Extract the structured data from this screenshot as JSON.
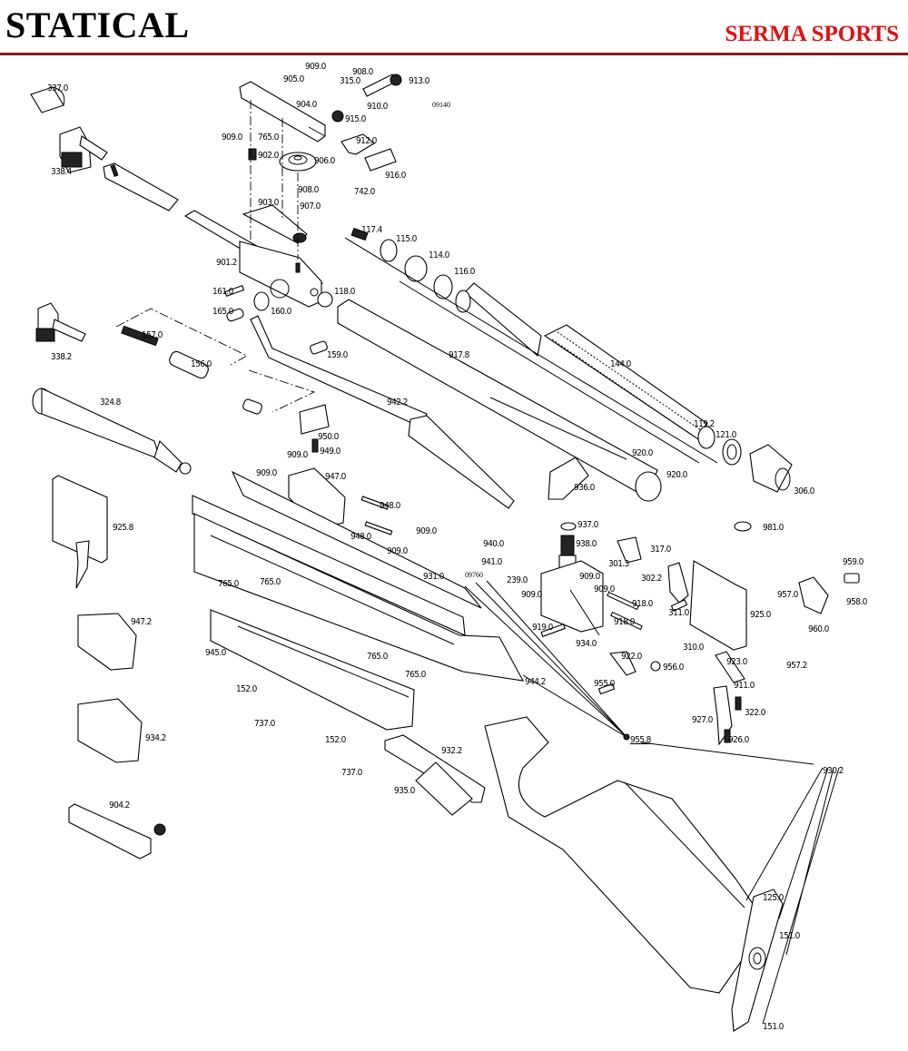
{
  "header": {
    "title": "STATICAL",
    "brand": "SERMA SPORTS",
    "brand_color": "#e01010",
    "rule_color": "#8b1a1a"
  },
  "parts": {
    "p3370": "337.0",
    "p3384": "338.4",
    "p3382": "338.2",
    "p3248": "324.8",
    "p9258": "925.8",
    "p9472": "947.2",
    "p9342": "934.2",
    "p9042": "904.2",
    "p9090a": "909.0",
    "p9050": "905.0",
    "p9080": "908.0",
    "p3150": "315.0",
    "p9130": "913.0",
    "p09140": "09140",
    "p9040": "904.0",
    "p9100": "910.0",
    "p9150": "915.0",
    "p9090b": "909.0",
    "p7650a": "765.0",
    "p9120": "912.0",
    "p9020": "902.0",
    "p9060": "906.0",
    "p9160": "916.0",
    "p9080b": "908.0",
    "p7420": "742.0",
    "p9030": "903.0",
    "p9070": "907.0",
    "p9012": "901.2",
    "p1174": "117.4",
    "p1150": "115.0",
    "p1140": "114.0",
    "p1160": "116.0",
    "p1610": "161.0",
    "p1650": "165.0",
    "p1600": "160.0",
    "p1180": "118.0",
    "p1570": "157.0",
    "p1560": "156.0",
    "p1590": "159.0",
    "p9178": "917.8",
    "p1440": "144.0",
    "p9422": "942.2",
    "p1192": "119.2",
    "p1210": "121.0",
    "p3060": "306.0",
    "p9500": "950.0",
    "p9490": "949.0",
    "p9090c": "909.0",
    "p9090d": "909.0",
    "p9470": "947.0",
    "p9200a": "920.0",
    "p9200b": "920.0",
    "p9480a": "948.0",
    "p9480b": "948.0",
    "p9090e": "909.0",
    "p9090f": "909.0",
    "p9360": "936.0",
    "p9370": "937.0",
    "p9380": "938.0",
    "p9810": "981.0",
    "p9400": "940.0",
    "p9410": "941.0",
    "p9310": "931.0",
    "p09760": "09760",
    "p2390": "239.0",
    "p9090g": "909.0",
    "p9090h": "909.0",
    "p9090i": "909.0",
    "p3013": "301.3",
    "p3170": "317.0",
    "p3022": "302.2",
    "p9590": "959.0",
    "p9570": "957.0",
    "p9580": "958.0",
    "p9180a": "918.0",
    "p9180b": "918.0",
    "p9190": "919.0",
    "p3110": "311.0",
    "p9250": "925.0",
    "p9600": "960.0",
    "p9572": "957.2",
    "p9340": "934.0",
    "p3100": "310.0",
    "p7650b": "765.0",
    "p7650c": "765.0",
    "p9450": "945.0",
    "p7650d": "765.0",
    "p7650e": "765.0",
    "p9220": "922.0",
    "p9560": "956.0",
    "p9230": "923.0",
    "p9550": "955.0",
    "p9442": "944.2",
    "p9110": "911.0",
    "p1520a": "152.0",
    "p7370a": "737.0",
    "p9270": "927.0",
    "p3220": "322.0",
    "p9558": "955.8",
    "p9260": "926.0",
    "p1520b": "152.0",
    "p9322": "932.2",
    "p7370b": "737.0",
    "p9350": "935.0",
    "p9302": "930.2",
    "p1250": "125.0",
    "p1510a": "151.0",
    "p1510b": "151.0"
  }
}
